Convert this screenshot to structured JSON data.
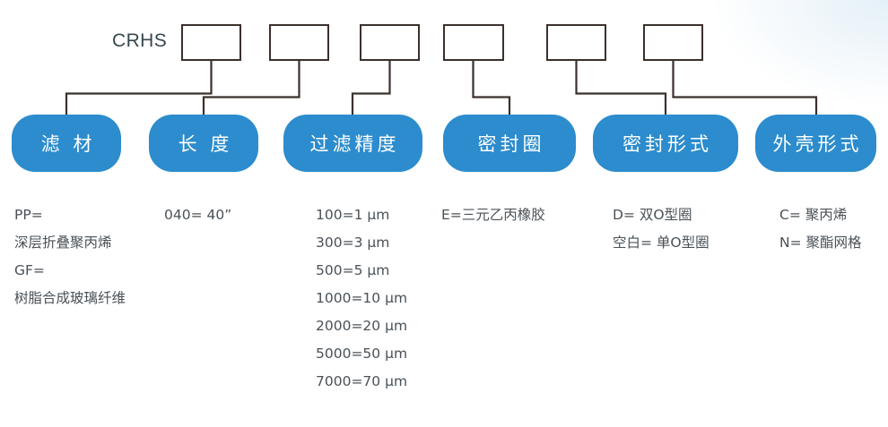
{
  "diagram": {
    "type": "product-model-code-breakdown",
    "prefix_label": "CRHS",
    "accent_color": "#2c8ccd",
    "line_color": "#3a302c",
    "text_color": "#4a5157",
    "prefix_color": "#37474f",
    "code_box_count": 6,
    "segments": [
      {
        "id": "filter-media",
        "node_label": "滤 材",
        "options": [
          "PP=",
          "深层折叠聚丙烯",
          "GF=",
          "树脂合成玻璃纤维"
        ]
      },
      {
        "id": "length",
        "node_label": "长 度",
        "options": [
          "040= 40”"
        ]
      },
      {
        "id": "filtration-rating",
        "node_label": "过滤精度",
        "options": [
          "100=1 μm",
          "300=3 μm",
          "500=5 μm",
          "1000=10 μm",
          "2000=20 μm",
          "5000=50 μm",
          "7000=70 μm"
        ]
      },
      {
        "id": "seal-ring",
        "node_label": "密封圈",
        "options": [
          "E=三元乙丙橡胶"
        ]
      },
      {
        "id": "seal-type",
        "node_label": "密封形式",
        "options": [
          "D= 双O型圈",
          "空白= 单O型圈"
        ]
      },
      {
        "id": "housing-type",
        "node_label": "外壳形式",
        "options": [
          "C= 聚丙烯",
          "N= 聚酯网格"
        ]
      }
    ]
  }
}
